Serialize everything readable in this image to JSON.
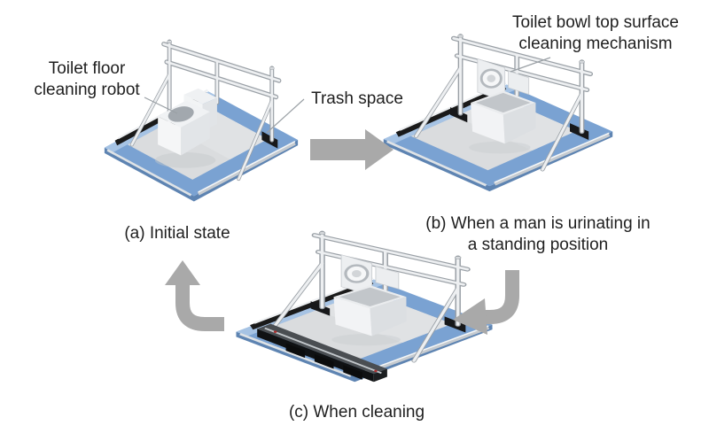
{
  "figure": {
    "labels": {
      "toilet_floor_robot": {
        "line1": "Toilet floor",
        "line2": "cleaning robot"
      },
      "trash_space": "Trash space",
      "bowl_mechanism": {
        "line1": "Toilet bowl top surface",
        "line2": "cleaning mechanism"
      }
    },
    "captions": {
      "a": "(a) Initial state",
      "b": {
        "line1": "(b) When a man is urinating in",
        "line2": "a standing position"
      },
      "c": "(c) When cleaning"
    },
    "colors": {
      "background": "#ffffff",
      "platform_blue": "#7aa2d2",
      "platform_blue_light": "#a6c3e4",
      "platform_side_blue": "#5e84b2",
      "floor_gray": "#dadcde",
      "frame_gray": "#edeff1",
      "rail_black": "#1a1a1a",
      "robot_black": "#141618",
      "arrow_gray": "#a9a9a9",
      "leader_gray": "#9aa0a5",
      "text": "#1f1f1f"
    }
  }
}
